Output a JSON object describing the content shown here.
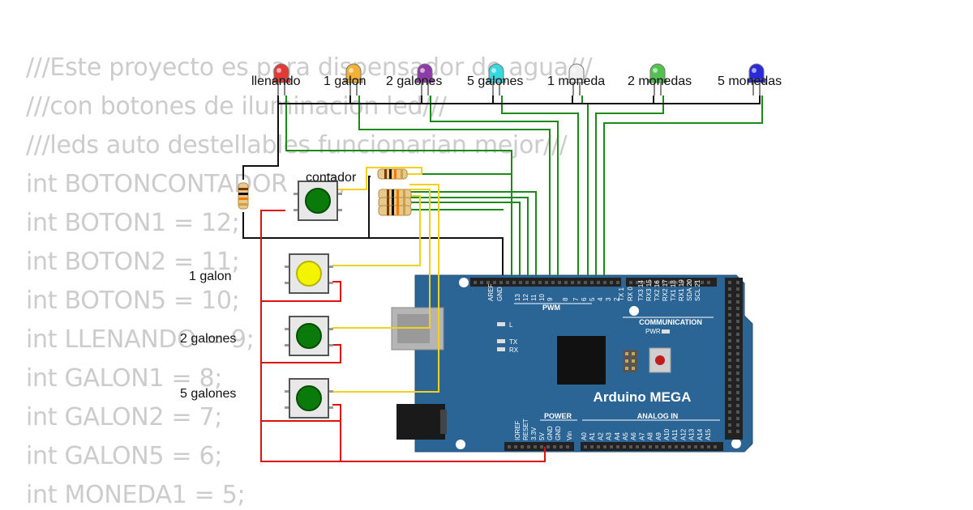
{
  "code_lines": [
    "///Este proyecto es para dispensador de agua///",
    "///con botones de iluminacion led///",
    "///leds auto destellables funcionarian mejor///",
    "int BOTONCONTADOR = 3;",
    "int BOTON1 = 12;",
    "int BOTON2 = 11;",
    "int BOTON5 = 10;",
    "int LLENANDO = 9;",
    "int GALON1 = 8;",
    "int GALON2 = 7;",
    "int GALON5 = 6;",
    "int MONEDA1 = 5;"
  ],
  "leds": [
    {
      "label": "llenando",
      "color": "#e53935"
    },
    {
      "label": "1 galon",
      "color": "#f2b134"
    },
    {
      "label": "2 galones",
      "color": "#8e3aa8"
    },
    {
      "label": "5 galones",
      "color": "#37d7e0"
    },
    {
      "label": "1 moneda",
      "color": "#f0f0f0"
    },
    {
      "label": "2 monedas",
      "color": "#52c152"
    },
    {
      "label": "5 monedas",
      "color": "#2a2ad8"
    }
  ],
  "buttons": [
    {
      "label": "contador",
      "cap_color": "#0a7a0a"
    },
    {
      "label": "1 galon",
      "cap_color": "#f4f400"
    },
    {
      "label": "2 galones",
      "cap_color": "#0a7a0a"
    },
    {
      "label": "5 galones",
      "cap_color": "#0a7a0a"
    }
  ],
  "board": {
    "name": "Arduino MEGA",
    "color": "#2b6595",
    "pwm_label": "PWM",
    "communication_label": "COMMUNICATION",
    "power_label": "POWER",
    "analog_label": "ANALOG IN",
    "pwr_led_label": "PWR",
    "l_label": "L",
    "tx_label": "TX",
    "rx_label": "RX",
    "top_pins": [
      "AREF",
      "GND",
      "13",
      "12",
      "11",
      "10",
      "9",
      "8",
      "7",
      "6",
      "5",
      "4",
      "3",
      "2",
      "TX 1",
      "RX 0",
      "TX3 14",
      "RX3 15",
      "TX2 16",
      "RX2 17",
      "TX1 18",
      "RX1 19",
      "SDA 20",
      "SCL 21"
    ],
    "power_pins": [
      "IOREF",
      "RESET",
      "3.3V",
      "5V",
      "GND",
      "GND",
      "Vin"
    ],
    "analog_pins": [
      "A0",
      "A1",
      "A2",
      "A3",
      "A4",
      "A5",
      "A6",
      "A7",
      "A8",
      "A9",
      "A10",
      "A11",
      "A12",
      "A13",
      "A14",
      "A15"
    ]
  },
  "wire_colors": {
    "green": "#1a8a1a",
    "black": "#111111",
    "red": "#dd1111",
    "yellow": "#f2d01e"
  }
}
